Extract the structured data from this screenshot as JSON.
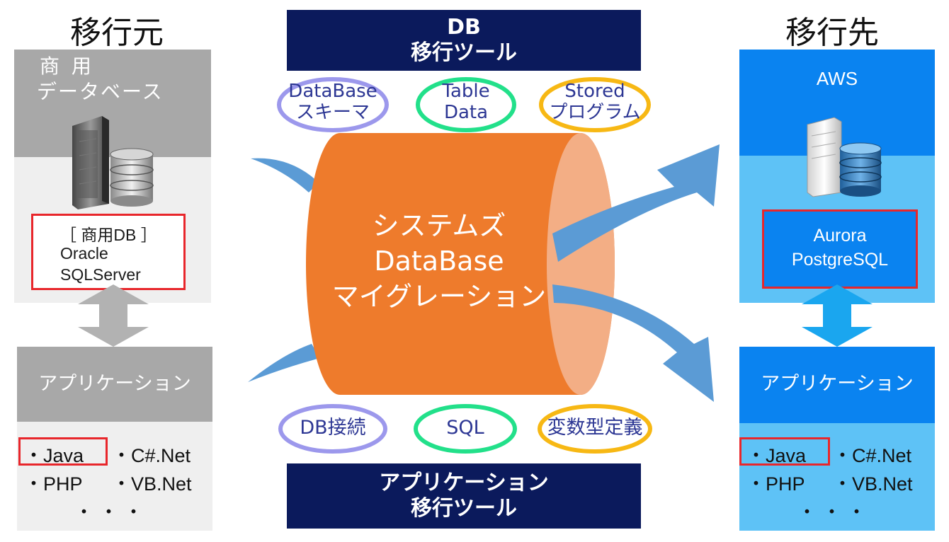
{
  "source": {
    "heading": "移行元",
    "db_title_line1": "商 用",
    "db_title_line2": "データベース",
    "db_box_title": "［ 商用DB ］",
    "db_box_items": [
      "Oracle",
      "SQLServer"
    ],
    "app_title": "アプリケーション",
    "langs": [
      "・Java",
      "・C#.Net",
      "・PHP",
      "・VB.Net",
      "・・・"
    ]
  },
  "target": {
    "heading": "移行先",
    "aws_label": "AWS",
    "db_box_items": [
      "Aurora",
      "PostgreSQL"
    ],
    "app_title": "アプリケーション",
    "langs": [
      "・Java",
      "・C#.Net",
      "・PHP",
      "・VB.Net",
      "・・・"
    ]
  },
  "center": {
    "db_tool": [
      "DB",
      "移行ツール"
    ],
    "app_tool": [
      "アプリケーション",
      "移行ツール"
    ],
    "cylinder_text": [
      "システムズ",
      "DataBase",
      "マイグレーション"
    ],
    "top_ovals": [
      {
        "lines": [
          "DataBase",
          "スキーマ"
        ],
        "color": "#9c98ec"
      },
      {
        "lines": [
          "Table",
          "Data"
        ],
        "color": "#22e08a"
      },
      {
        "lines": [
          "Stored",
          "プログラム"
        ],
        "color": "#f7b814"
      }
    ],
    "bottom_ovals": [
      {
        "label": "DB接続",
        "color": "#9c98ec"
      },
      {
        "label": "SQL",
        "color": "#22e08a"
      },
      {
        "label": "変数型定義",
        "color": "#f7b814"
      }
    ]
  },
  "colors": {
    "navy": "#0b1a5c",
    "cylinder": "#ee7b2c",
    "cylinder_face": "#f3ae85",
    "arrow": "#5b9bd5",
    "aws_dark": "#0a83f0",
    "aws_light": "#5ec2f6",
    "red_outline": "#e8262b"
  }
}
